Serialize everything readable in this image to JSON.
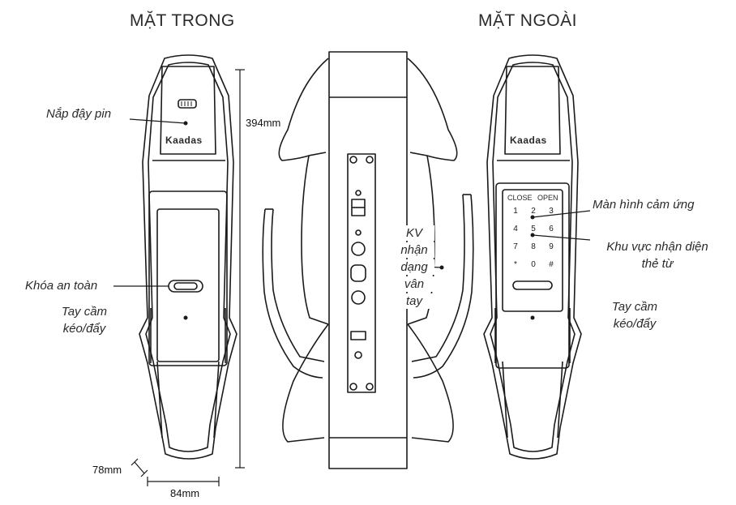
{
  "headings": {
    "inner": "MẶT TRONG",
    "outer": "MẶT NGOÀI"
  },
  "inner_labels": {
    "battery_cover": "Nắp đậy pin",
    "safety_lock": "Khóa an toàn",
    "handle_line1": "Tay cầm",
    "handle_line2": "kéo/đẩy"
  },
  "middle_labels": {
    "fingerprint_line1": "KV",
    "fingerprint_line2": "nhận",
    "fingerprint_line3": "dạng",
    "fingerprint_line4": "vân",
    "fingerprint_line5": "tay"
  },
  "outer_labels": {
    "touchscreen": "Màn hình cảm ứng",
    "card_area_line1": "Khu vực nhận diện",
    "card_area_line2": "thẻ từ",
    "handle_line1": "Tay cầm",
    "handle_line2": "kéo/đẩy"
  },
  "dimensions": {
    "height": "394mm",
    "depth": "78mm",
    "width": "84mm"
  },
  "brand": "Kaadas",
  "keypad": {
    "close": "CLOSE",
    "open": "OPEN",
    "keys": [
      "1",
      "2",
      "3",
      "4",
      "5",
      "6",
      "7",
      "8",
      "9",
      "*",
      "0",
      "#"
    ]
  },
  "colors": {
    "line": "#1a1a1a",
    "text": "#2a2a2a"
  }
}
